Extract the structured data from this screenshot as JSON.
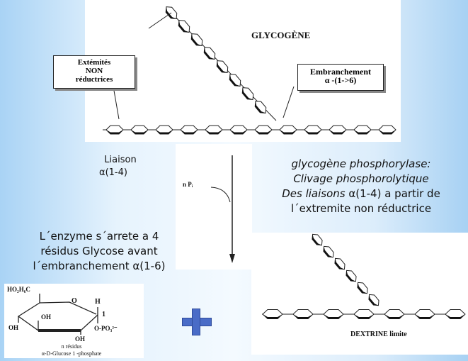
{
  "top_diagram": {
    "title": "GLYCOGÈNE",
    "label_nonreducing": [
      "Extémités",
      "NON",
      "réductrices"
    ],
    "label_branch": [
      "Embranchement",
      "α -(1->6)"
    ]
  },
  "bond_label": [
    "Liaison",
    "α(1-4)"
  ],
  "arrow_panel": {
    "reagent": "n  Pᵢ"
  },
  "enzyme_text": [
    "glycogène phosphorylase:",
    "Clivage phosphorolytique",
    "Des liaisons",
    "α(1-4) a partir de",
    "l´extremite non réductrice"
  ],
  "stop_text": [
    "L´enzyme s´arrete a 4",
    "résidus Glycose avant",
    "l´embranchement α(1-6)"
  ],
  "glucose": {
    "ch2": "HO₂H₆C",
    "o": "O",
    "h": "H",
    "c1": "1",
    "oh1": "OH",
    "oh2": "OH",
    "oh3": "OH",
    "phos": "O-PO₃²⁻",
    "residus": "n  résidus",
    "name": "α-D-Glucose 1 -phosphate"
  },
  "plus_color": "#4a6cc7",
  "dextrine": {
    "label": "DEXTRINE limite"
  }
}
